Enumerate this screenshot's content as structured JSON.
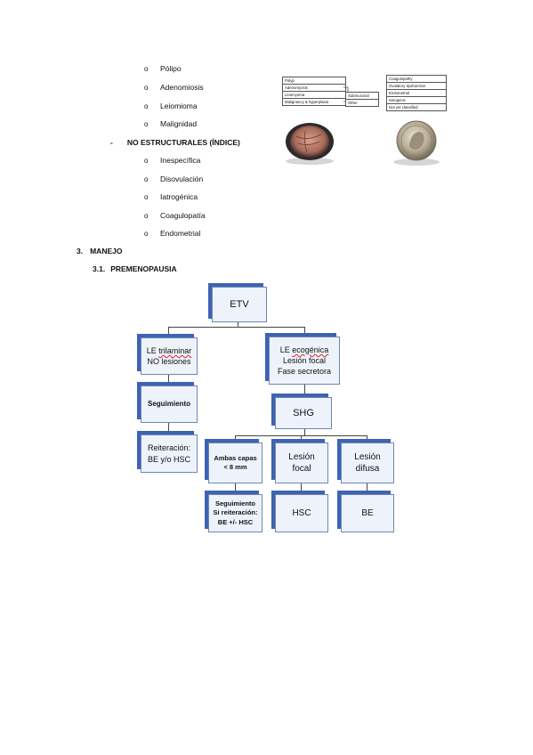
{
  "structural_list": [
    "Pólipo",
    "Adenomiosis",
    "Leiomioma",
    "Malignidad"
  ],
  "bullet_marker": "o",
  "dash_marker": "-",
  "non_structural_heading": "NO ESTRUCTURALES (ÍNDICE)",
  "non_structural_list": [
    "Inespecífica",
    "Disovulación",
    "Iatrogénica",
    "Coagulopatía",
    "Endometrial"
  ],
  "section": {
    "number": "3.",
    "title": "MANEJO"
  },
  "subsection": {
    "number": "3.1.",
    "title": "PREMENOPAUSIA"
  },
  "figure": {
    "palm_table": [
      "Polyp",
      "Adenomyosis",
      "Leiomyoma",
      "Malignancy & hyperplasia"
    ],
    "palm_side": [
      "Submucosal",
      "Other"
    ],
    "coin_table": [
      "Coagulopathy",
      "Ovulatory dysfunction",
      "Endometrial",
      "Iatrogenic",
      "Not yet classified"
    ]
  },
  "flowchart": {
    "root": "ETV",
    "left": {
      "trilaminar_prefix": "LE ",
      "trilaminar_word": "trilaminar",
      "no_lesions": "NO lesiones",
      "follow": "Seguimiento",
      "repeat_line1": "Reiteración:",
      "repeat_line2": "BE y/o HSC"
    },
    "right": {
      "echo_prefix": "LE ",
      "echo_word": "ecogénica",
      "focal": "Lesión focal",
      "secretory": "Fase secretora",
      "shg": "SHG",
      "both_layers_line1": "Ambas capas",
      "both_layers_line2": "< 8 mm",
      "follow_line1": "Seguimiento",
      "follow_line2": "Si reiteración:",
      "follow_line3": "BE +/- HSC",
      "focal_line1": "Lesión",
      "focal_line2": "focal",
      "diffuse_line1": "Lesión",
      "diffuse_line2": "difusa",
      "hsc": "HSC",
      "be": "BE"
    }
  }
}
